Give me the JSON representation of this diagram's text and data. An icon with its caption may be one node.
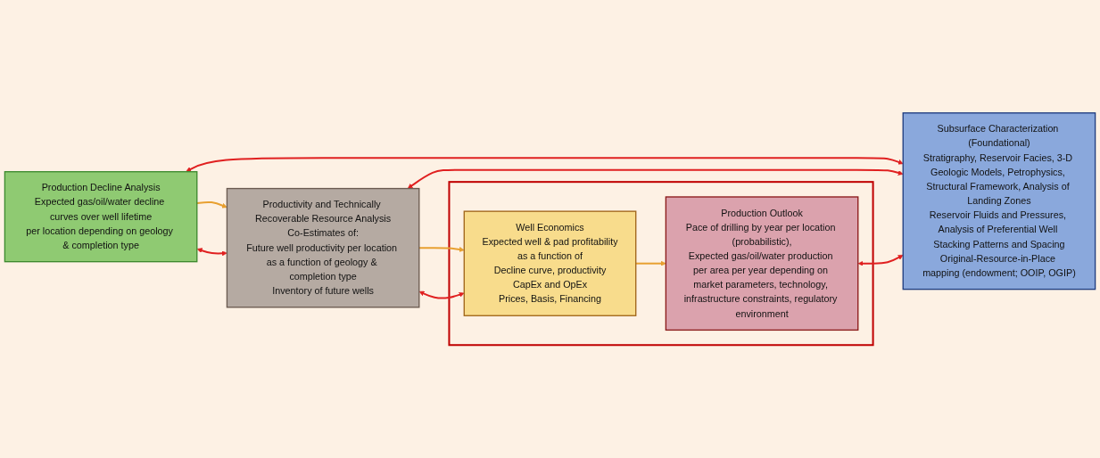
{
  "diagram": {
    "nodes": [
      {
        "text": [
          "Production Decline Analysis",
          "Expected gas/oil/water decline curves over well lifetime",
          "per location depending on geology & completion type"
        ]
      },
      {
        "text": [
          "Productivity and Technically Recoverable Resource Analysis",
          "Co-Estimates of:",
          "Future well productivity per location as a function of geology & completion type",
          "Inventory of future wells"
        ]
      },
      {
        "text": [],
        "shape": "box"
      },
      {
        "text": [
          "Well Economics",
          "Expected well & pad profitability",
          "as a function of",
          "Decline curve, productivity",
          "CapEx and OpEx",
          "Prices, Basis, Financing"
        ],
        "in": 2
      },
      {
        "text": [
          "Production Outlook",
          "Pace of drilling by year per location (probabilistic),",
          "Expected gas/oil/water production per area per year depending on market parameters, technology, infrastructure constraints, regulatory environment"
        ],
        "in": 2
      },
      {
        "text": [
          "Subsurface Characterization (Foundational)",
          "Stratigraphy, Reservoir Facies, 3-D Geologic Models, Petrophysics, Structural Framework, Analysis of Landing Zones",
          "Reservoir Fluids and Pressures, Analysis of Preferential Well Stacking Patterns and Spacing",
          "Original-Resource-in-Place mapping (endowment; OOIP, OGIP)"
        ]
      }
    ],
    "edges": [
      {
        "from": 0,
        "to": 1,
        "arrow": "to",
        "color": "#e8a030"
      },
      {
        "from": 1,
        "to": 3,
        "arrow": "to",
        "color": "#e8a030"
      },
      {
        "from": 3,
        "to": 4,
        "arrow": "to",
        "color": "#e8a030"
      },
      {
        "from": 0,
        "to": 1,
        "arrow": "both"
      },
      {
        "from": 1,
        "to": 3,
        "arrow": "both"
      },
      {
        "from": 0,
        "to": 5,
        "arrow": "both"
      },
      {
        "from": 1,
        "to": 5,
        "arrow": "both"
      },
      {
        "from": 4,
        "to": 5,
        "arrow": "both"
      }
    ]
  }
}
